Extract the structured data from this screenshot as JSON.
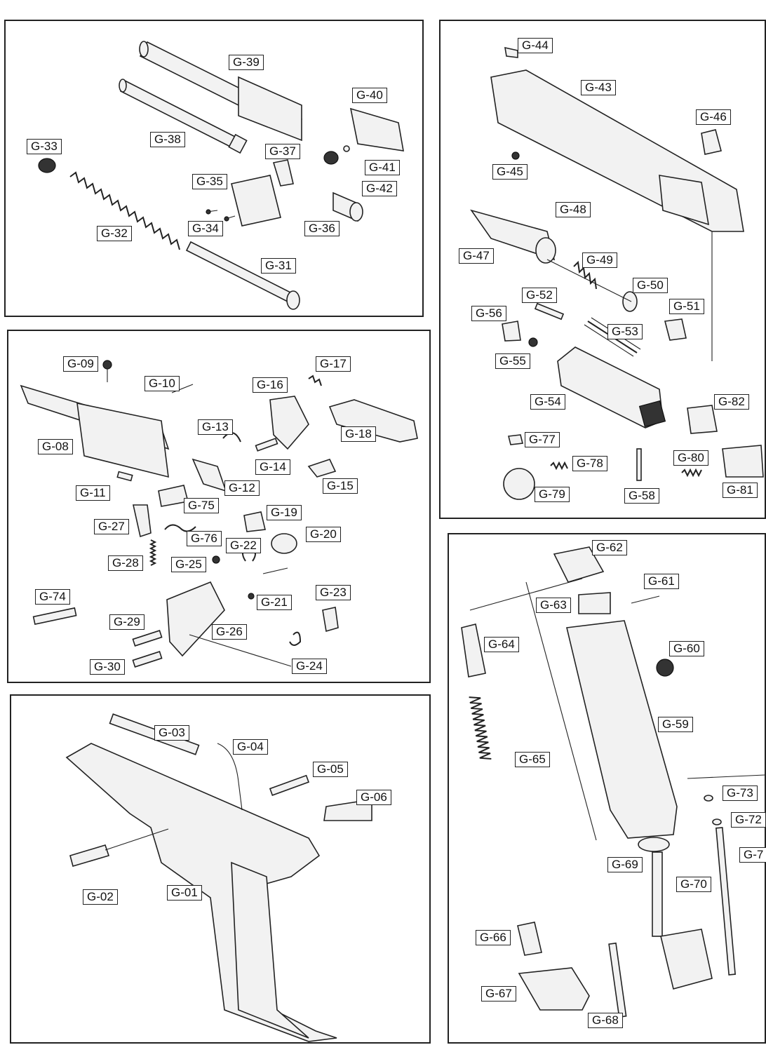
{
  "labels": {
    "g01": "G-01",
    "g02": "G-02",
    "g03": "G-03",
    "g04": "G-04",
    "g05": "G-05",
    "g06": "G-06",
    "g08": "G-08",
    "g09": "G-09",
    "g10": "G-10",
    "g11": "G-11",
    "g12": "G-12",
    "g13": "G-13",
    "g14": "G-14",
    "g15": "G-15",
    "g16": "G-16",
    "g17": "G-17",
    "g18": "G-18",
    "g19": "G-19",
    "g20": "G-20",
    "g21": "G-21",
    "g22": "G-22",
    "g23": "G-23",
    "g24": "G-24",
    "g25": "G-25",
    "g26": "G-26",
    "g27": "G-27",
    "g28": "G-28",
    "g29": "G-29",
    "g30": "G-30",
    "g31": "G-31",
    "g32": "G-32",
    "g33": "G-33",
    "g34": "G-34",
    "g35": "G-35",
    "g36": "G-36",
    "g37": "G-37",
    "g38": "G-38",
    "g39": "G-39",
    "g40": "G-40",
    "g41": "G-41",
    "g42": "G-42",
    "g43": "G-43",
    "g44": "G-44",
    "g45": "G-45",
    "g46": "G-46",
    "g47": "G-47",
    "g48": "G-48",
    "g49": "G-49",
    "g50": "G-50",
    "g51": "G-51",
    "g52": "G-52",
    "g53": "G-53",
    "g54": "G-54",
    "g55": "G-55",
    "g56": "G-56",
    "g58": "G-58",
    "g59": "G-59",
    "g60": "G-60",
    "g61": "G-61",
    "g62": "G-62",
    "g63": "G-63",
    "g64": "G-64",
    "g65": "G-65",
    "g66": "G-66",
    "g67": "G-67",
    "g68": "G-68",
    "g69": "G-69",
    "g70": "G-70",
    "g71": "G-7",
    "g72": "G-72",
    "g73": "G-73",
    "g74": "G-74",
    "g75": "G-75",
    "g76": "G-76",
    "g77": "G-77",
    "g78": "G-78",
    "g79": "G-79",
    "g80": "G-80",
    "g81": "G-81",
    "g82": "G-82"
  }
}
